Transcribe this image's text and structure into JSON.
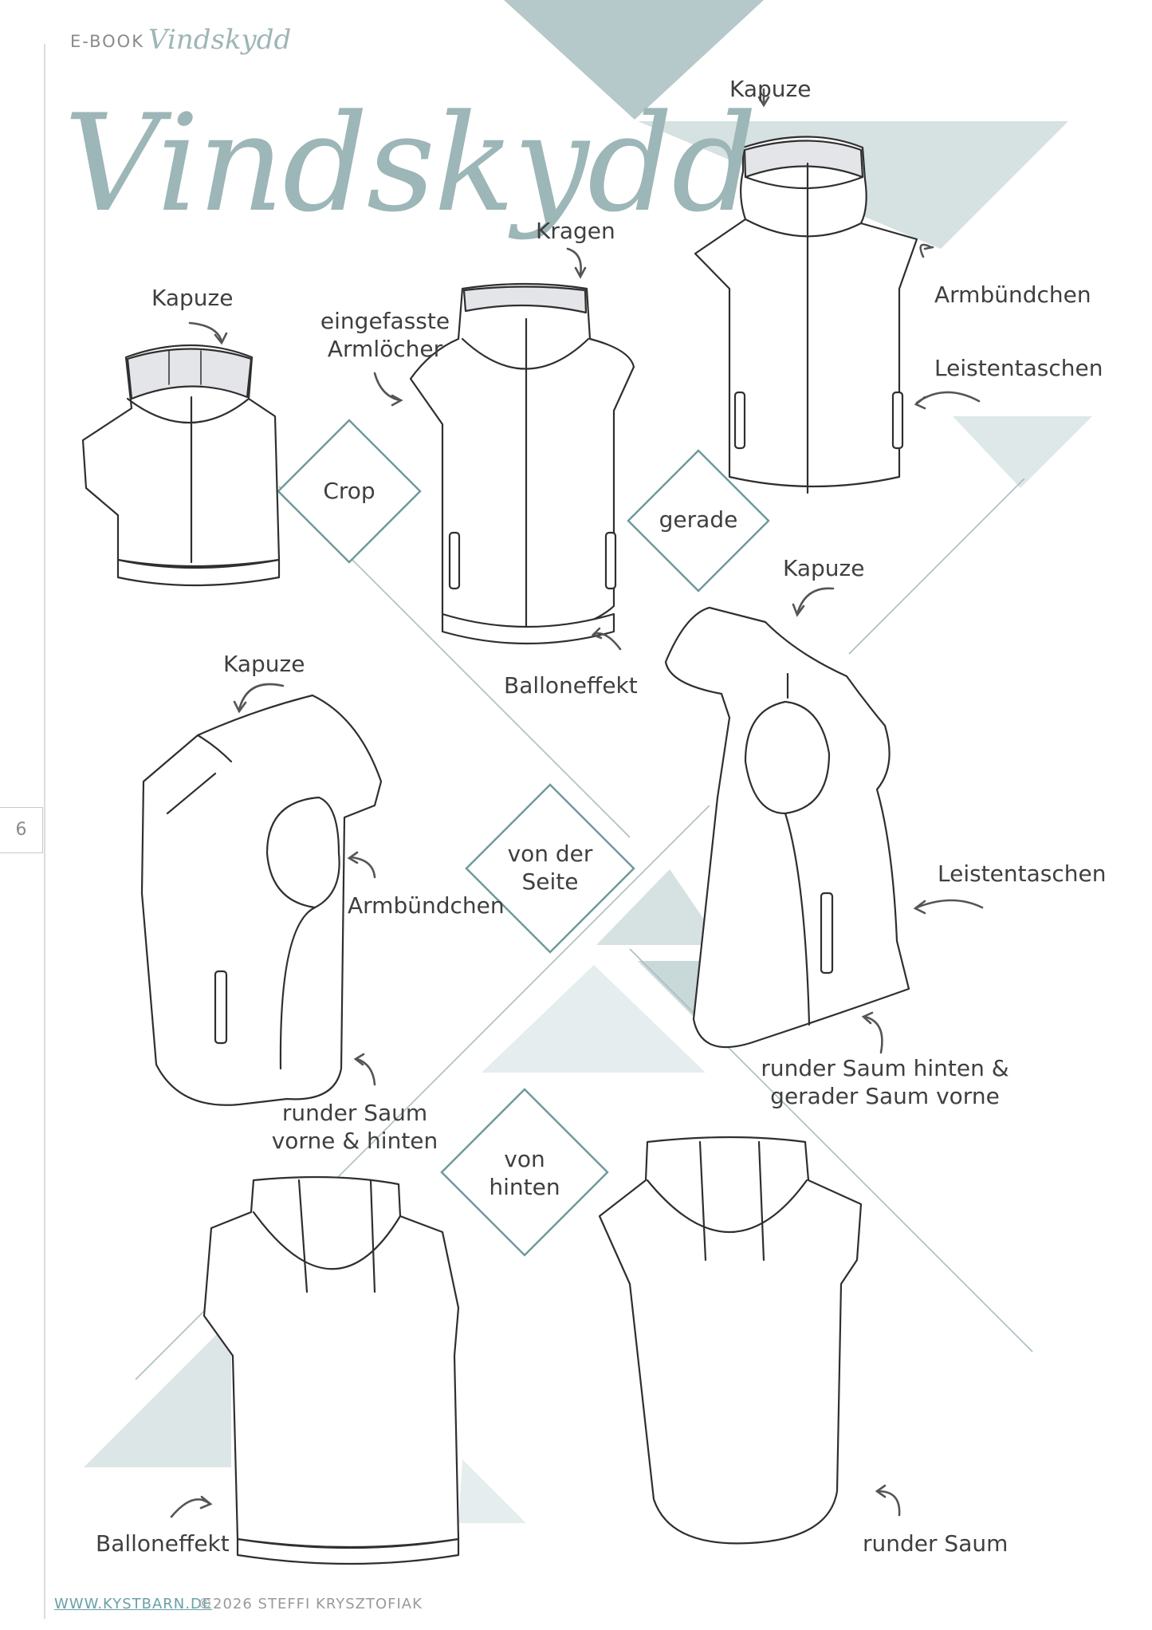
{
  "header": {
    "ebook_label": "E-BOOK",
    "ebook_script": "Vindskydd",
    "title": "Vindskydd"
  },
  "page_number": "6",
  "views": {
    "crop": "Crop",
    "gerade": "gerade",
    "side_line1": "von der",
    "side_line2": "Seite",
    "back_line1": "von",
    "back_line2": "hinten"
  },
  "labels": {
    "kapuze_crop": "Kapuze",
    "eingefasste_line1": "eingefasste",
    "eingefasste_line2": "Armlöcher",
    "kragen": "Kragen",
    "balloneffekt_front": "Balloneffekt",
    "kapuze_gerade": "Kapuze",
    "armbuendchen_gerade": "Armbündchen",
    "leistentaschen_gerade": "Leistentaschen",
    "kapuze_side_left": "Kapuze",
    "armbuendchen_side": "Armbündchen",
    "runder_saum_vh_line1": "runder Saum",
    "runder_saum_vh_line2": "vorne & hinten",
    "kapuze_side_right": "Kapuze",
    "leistentaschen_side": "Leistentaschen",
    "runder_saum_hinten_line1": "runder Saum hinten &",
    "runder_saum_hinten_line2": "gerader Saum vorne",
    "balloneffekt_back": "Balloneffekt",
    "runder_saum_back": "runder Saum"
  },
  "footer": {
    "link": "WWW.KYSTBARN.DE",
    "copyright": "©2026 STEFFI KRYSZTOFIAK"
  },
  "colors": {
    "accent": "#6f9a9c",
    "triangle_dark": "#b5c8ca",
    "triangle_light": "#dfe8e9",
    "hood_lining": "#e4e5e8",
    "outline": "#2f2f2f"
  }
}
